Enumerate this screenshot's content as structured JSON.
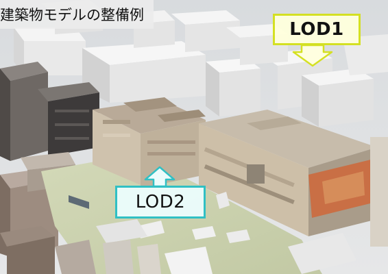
{
  "title": "建築物モデルの整備例",
  "callouts": {
    "lod1": {
      "label": "LOD1",
      "color": "#d9e31f"
    },
    "lod2": {
      "label": "LOD2",
      "color": "#34c3c6"
    }
  }
}
